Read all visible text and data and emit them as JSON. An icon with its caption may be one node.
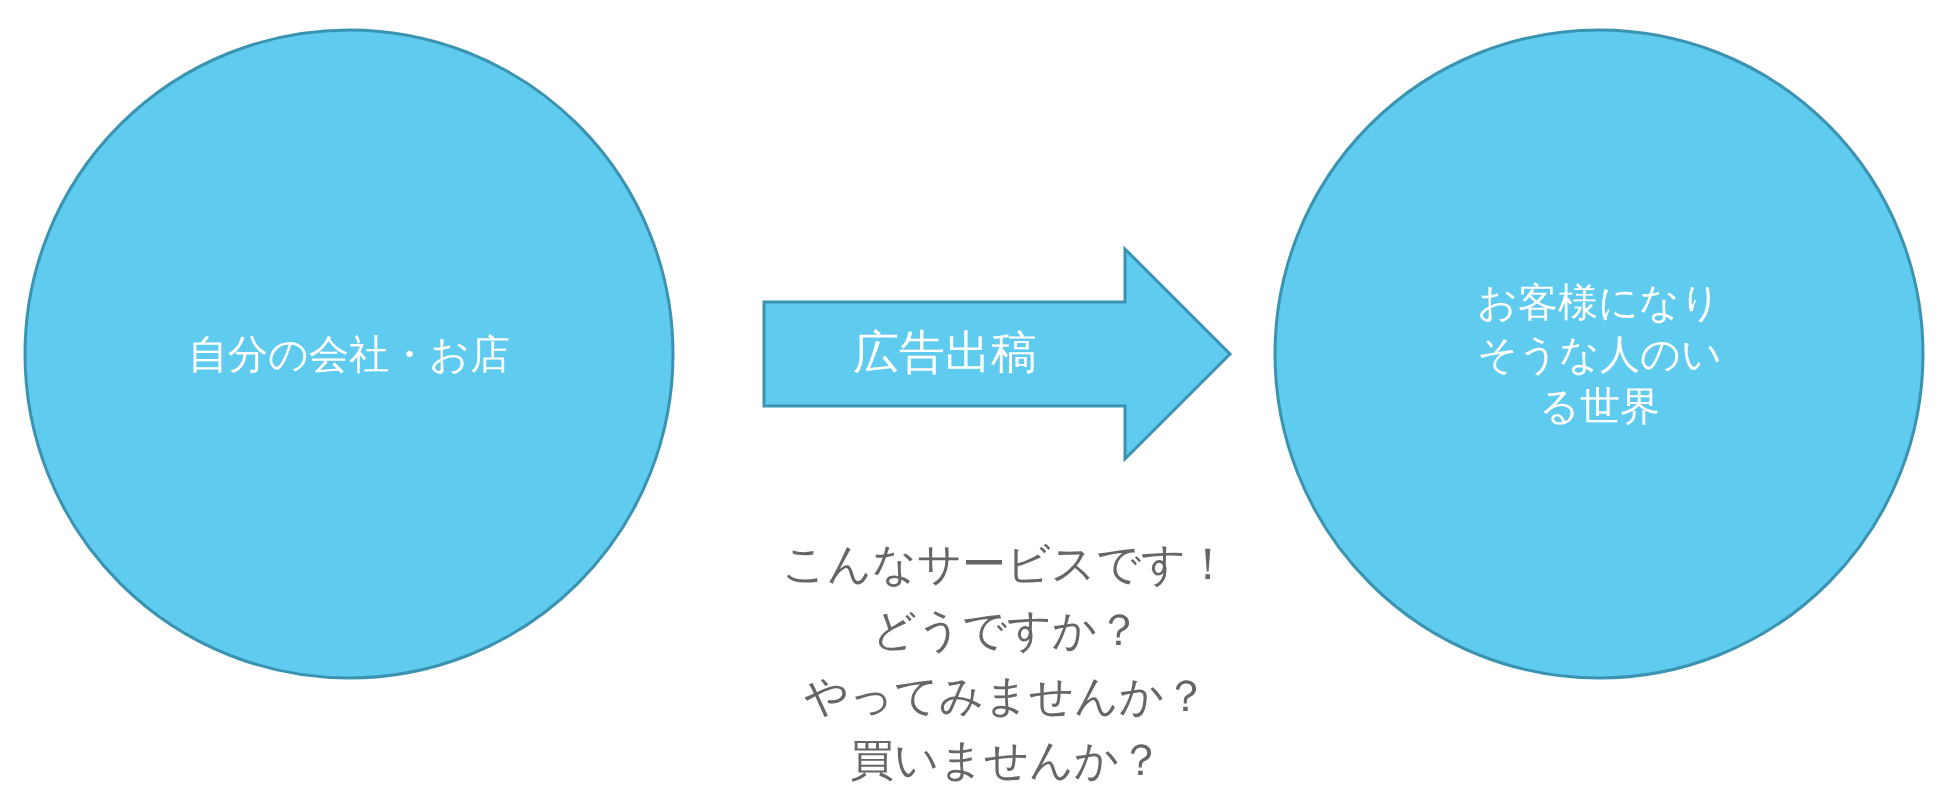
{
  "diagram": {
    "nodes": [
      {
        "text": [
          "自分の会社・お店"
        ]
      },
      {
        "text": [
          "お客様になりそうな人のいる世界"
        ]
      }
    ],
    "edges": [
      {
        "from": 0,
        "to": 1,
        "arrow": "to",
        "label": "広告出稿",
        "style": "thick"
      }
    ],
    "labels": [
      "こんなサービスです！",
      "どうですか？",
      "やってみませんか？",
      "買いませんか？"
    ]
  }
}
